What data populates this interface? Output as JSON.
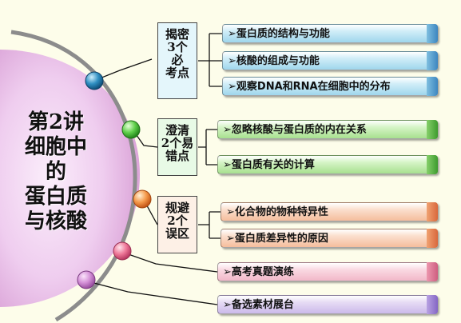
{
  "title_lines": [
    "第2讲",
    "细胞中",
    "的",
    "蛋白质",
    "与核酸"
  ],
  "sections": [
    {
      "lines": [
        "揭密",
        "3个",
        "必",
        "考点"
      ],
      "bar_prefix": "➢",
      "items": [
        "蛋白质的结构与功能",
        "核酸的组成与功能",
        "观察DNA和RNA在细胞中的分布"
      ],
      "color": "#2d7fb0"
    },
    {
      "lines": [
        "澄清",
        "2个易",
        "错点"
      ],
      "bar_prefix": "➢",
      "items": [
        "忽略核酸与蛋白质的内在关系",
        "蛋白质有关的计算"
      ],
      "color": "#44b83a"
    },
    {
      "lines": [
        "规避",
        "2个",
        "误区"
      ],
      "bar_prefix": "➢",
      "items": [
        "化合物的物种特异性",
        "蛋白质差异性的原因"
      ],
      "color": "#e8763d"
    }
  ],
  "extra_items": [
    {
      "label": "高考真题演练",
      "color": "#e0587e"
    },
    {
      "label": "备选素材展台",
      "color": "#c77fc8"
    }
  ],
  "colors": {
    "background": "#fdfdea",
    "arc": "#8c8c8c",
    "left_blob": "#e7b9e6",
    "connector": "#111111"
  }
}
